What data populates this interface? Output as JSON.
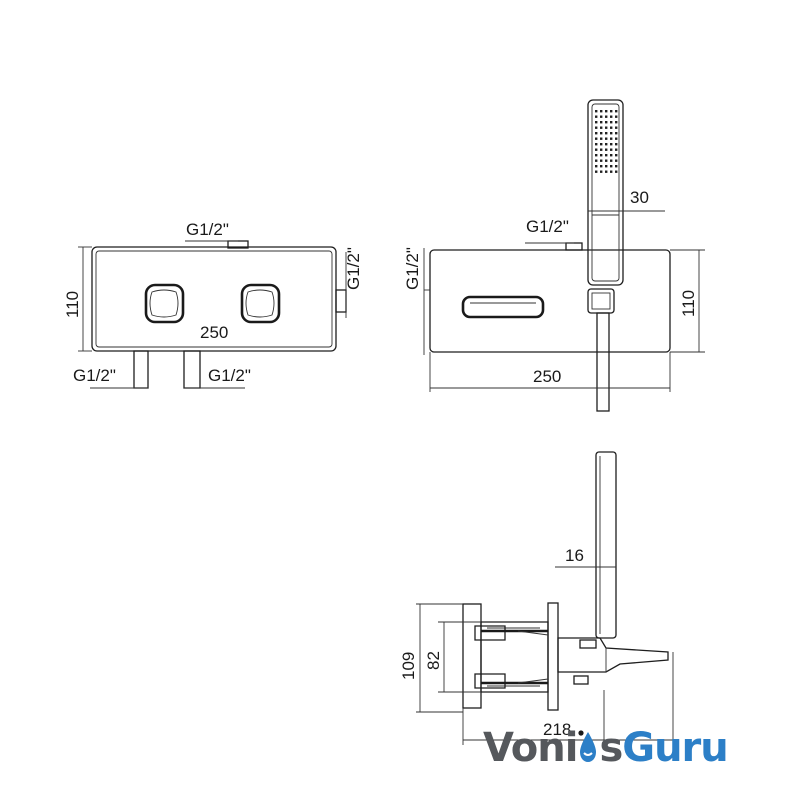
{
  "diagram": {
    "front_view": {
      "width_dim": "250",
      "height_dim": "110",
      "top_inlet": "G1/2\"",
      "side_outlet": "G1/2\"",
      "bottom_inlet_left": "G1/2\"",
      "bottom_inlet_right": "G1/2\""
    },
    "side_view": {
      "width_dim": "250",
      "height_dim": "110",
      "handshower_dim": "30",
      "top_inlet": "G1/2\"",
      "side_outlet": "G1/2\""
    },
    "section_view": {
      "height_outer": "109",
      "height_inner": "82",
      "depth_dim": "218",
      "handle_dim": "16"
    }
  },
  "watermark": {
    "part1": "Voni",
    "part2": "s",
    "part3": "Guru",
    "colors": {
      "grey": "#55585c",
      "blue": "#2c7fc7"
    }
  }
}
